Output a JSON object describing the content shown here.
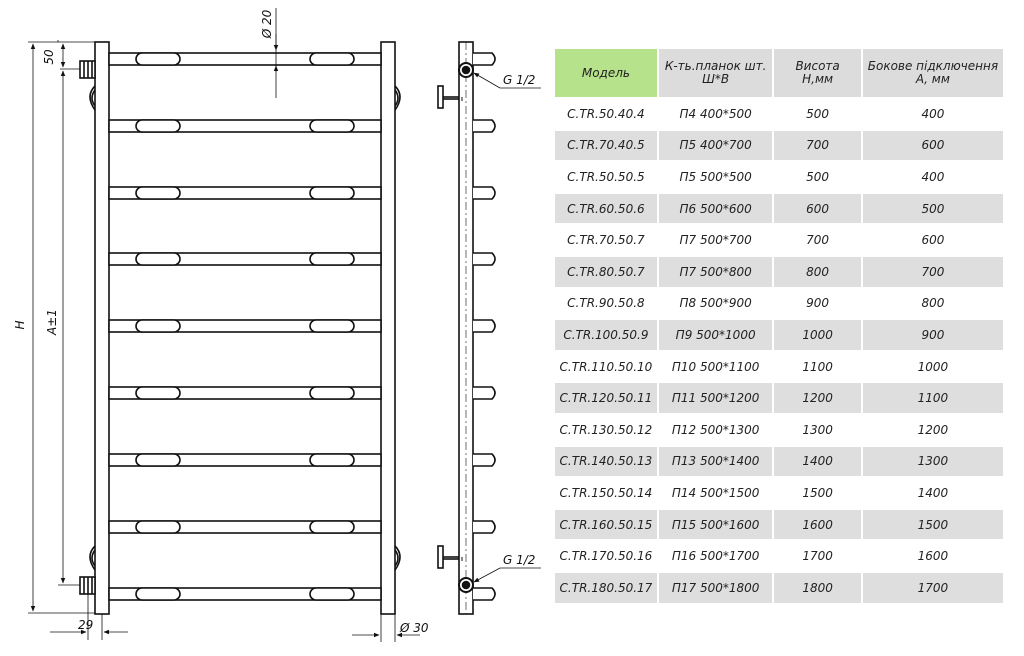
{
  "drawing": {
    "dimensions": {
      "pipe_diameter": "Ø 20",
      "top_offset": "50",
      "height": "H",
      "axis_distance": "A±1",
      "side_offset": "29",
      "side_diameter": "Ø 30",
      "thread_top": "G 1/2",
      "thread_bottom": "G 1/2"
    }
  },
  "table": {
    "headers": {
      "model": "Модель",
      "bars_line1": "К-ть.планок шт.",
      "bars_line2": "Ш*В",
      "height_line1": "Висота",
      "height_line2": "Н,мм",
      "side_line1": "Бокове підключення",
      "side_line2": "А, мм"
    },
    "rows": [
      {
        "model": "C.TR.50.40.4",
        "bars": "П4  400*500",
        "height": "500",
        "side": "400"
      },
      {
        "model": "C.TR.70.40.5",
        "bars": "П5  400*700",
        "height": "700",
        "side": "600"
      },
      {
        "model": "C.TR.50.50.5",
        "bars": "П5  500*500",
        "height": "500",
        "side": "400"
      },
      {
        "model": "C.TR.60.50.6",
        "bars": "П6  500*600",
        "height": "600",
        "side": "500"
      },
      {
        "model": "C.TR.70.50.7",
        "bars": "П7  500*700",
        "height": "700",
        "side": "600"
      },
      {
        "model": "C.TR.80.50.7",
        "bars": "П7  500*800",
        "height": "800",
        "side": "700"
      },
      {
        "model": "C.TR.90.50.8",
        "bars": "П8  500*900",
        "height": "900",
        "side": "800"
      },
      {
        "model": "C.TR.100.50.9",
        "bars": "П9  500*1000",
        "height": "1000",
        "side": "900"
      },
      {
        "model": "C.TR.110.50.10",
        "bars": "П10  500*1100",
        "height": "1100",
        "side": "1000"
      },
      {
        "model": "C.TR.120.50.11",
        "bars": "П11  500*1200",
        "height": "1200",
        "side": "1100"
      },
      {
        "model": "C.TR.130.50.12",
        "bars": "П12  500*1300",
        "height": "1300",
        "side": "1200"
      },
      {
        "model": "C.TR.140.50.13",
        "bars": "П13  500*1400",
        "height": "1400",
        "side": "1300"
      },
      {
        "model": "C.TR.150.50.14",
        "bars": "П14  500*1500",
        "height": "1500",
        "side": "1400"
      },
      {
        "model": "C.TR.160.50.15",
        "bars": "П15  500*1600",
        "height": "1600",
        "side": "1500"
      },
      {
        "model": "C.TR.170.50.16",
        "bars": "П16  500*1700",
        "height": "1700",
        "side": "1600"
      },
      {
        "model": "C.TR.180.50.17",
        "bars": "П17  500*1800",
        "height": "1800",
        "side": "1700"
      }
    ]
  }
}
